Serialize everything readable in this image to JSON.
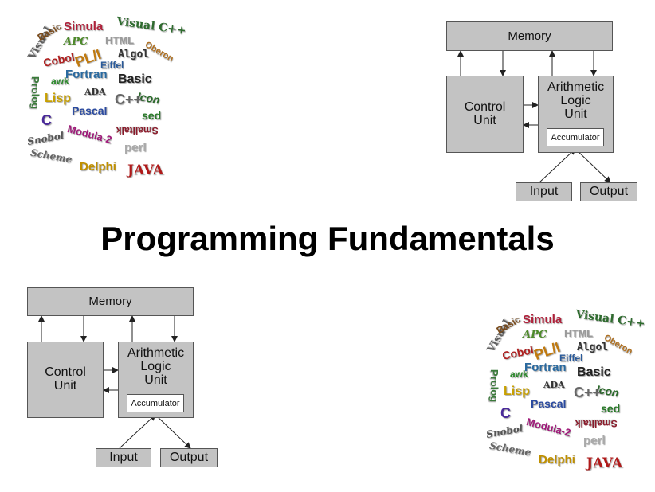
{
  "title": "Programming Fundamentals",
  "diagram": {
    "memory": "Memory",
    "control_unit": "Control\nUnit",
    "alu": "Arithmetic\nLogic\nUnit",
    "accumulator": "Accumulator",
    "input": "Input",
    "output": "Output"
  },
  "language_logo_text": [
    "Simula",
    "Visual C++",
    "Basic",
    "HTML",
    "APC",
    "Cobol",
    "Algol",
    "Oberon",
    "Visual",
    "Eiffel",
    "PL/I",
    "Fortran",
    "Basic",
    "Prolog",
    "awk",
    "ADA",
    "Icon",
    "Lisp",
    "Pascal",
    "C++",
    "sed",
    "C",
    "Smalltalk",
    "Snobol",
    "Modula-2",
    "perl",
    "Scheme",
    "Delphi",
    "JAVA"
  ],
  "colors": {
    "box_fill": "#c3c3c3",
    "box_border": "#555555",
    "title": "#000000"
  }
}
